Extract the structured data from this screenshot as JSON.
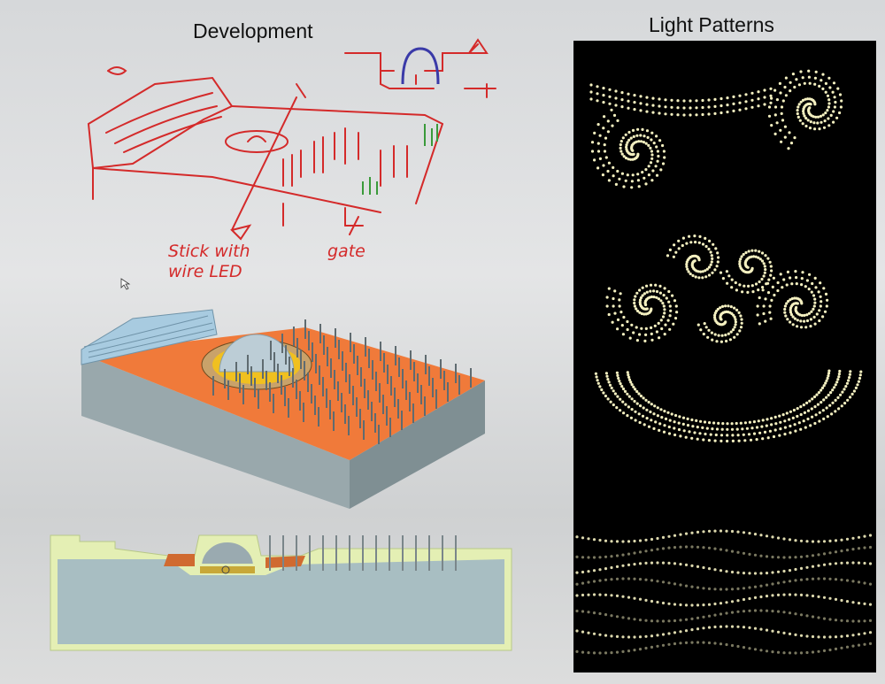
{
  "development": {
    "title": "Development",
    "sketch_notes": [
      "Stick with wire LED",
      "gate"
    ],
    "note_line1": "Stick with",
    "note_line2": "wire LED",
    "note_gate": "gate"
  },
  "light_patterns": {
    "title": "Light Patterns",
    "dot_color": "#f4f0c0",
    "background": "#000000"
  },
  "colors": {
    "sketch": "#d42a2a",
    "model_top": "#f07a3a",
    "model_side": "#8f9ea2",
    "section_outline": "#e4efb4",
    "section_body": "#a8bec2"
  }
}
